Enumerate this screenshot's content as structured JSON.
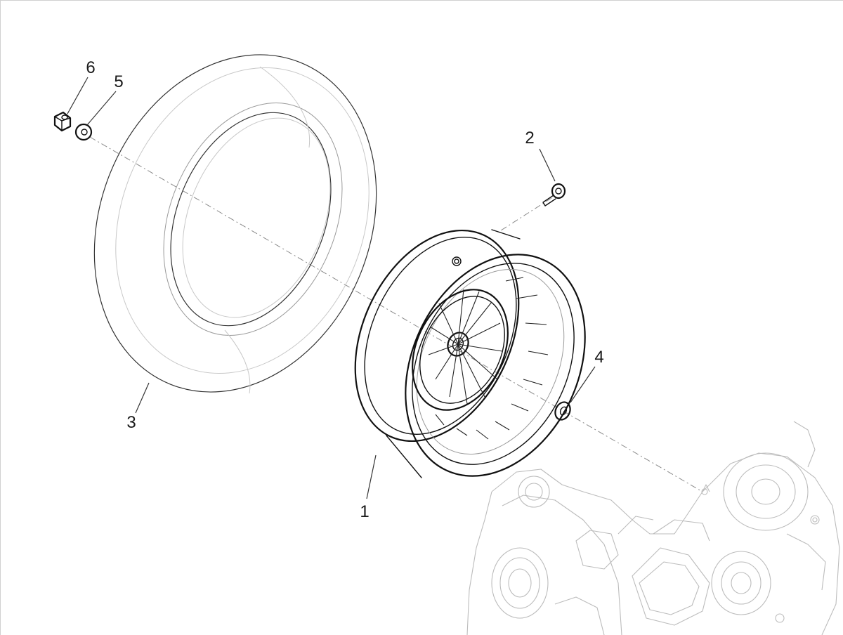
{
  "diagram": {
    "callouts": [
      {
        "id": "part-1",
        "label": "1"
      },
      {
        "id": "part-2",
        "label": "2"
      },
      {
        "id": "part-3",
        "label": "3"
      },
      {
        "id": "part-4",
        "label": "4"
      },
      {
        "id": "part-5",
        "label": "5"
      },
      {
        "id": "part-6",
        "label": "6"
      }
    ]
  }
}
